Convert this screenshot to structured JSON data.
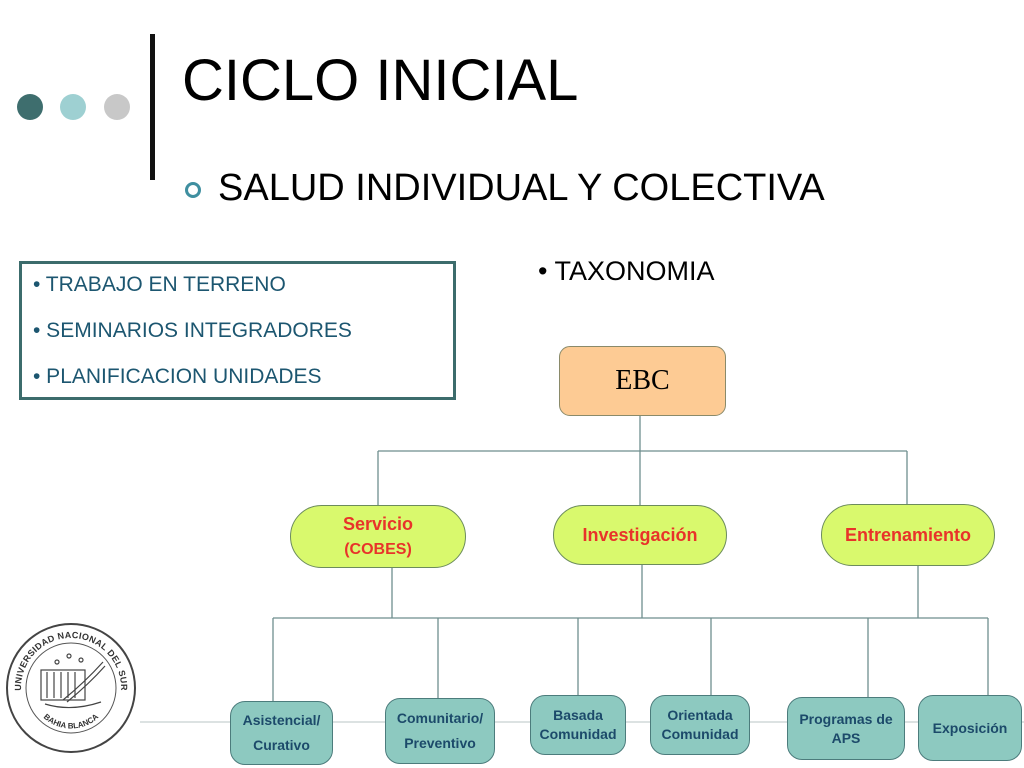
{
  "slide": {
    "title": "CICLO INICIAL",
    "subtitle": "SALUD INDIVIDUAL Y COLECTIVA",
    "taxonomy_label": "• TAXONOMIA"
  },
  "decor": {
    "dot_colors": [
      "#3e6e6e",
      "#9ed0d2",
      "#c8c8c8"
    ],
    "accent_color": "#3f8fa0"
  },
  "info_box": {
    "items": [
      "• TRABAJO EN TERRENO",
      "• SEMINARIOS INTEGRADORES",
      "• PLANIFICACION UNIDADES"
    ]
  },
  "diagram": {
    "root": "EBC",
    "level1": [
      {
        "line1": "Servicio",
        "line2": "(COBES)"
      },
      {
        "line1": "Investigación"
      },
      {
        "line1": "Entrenamiento"
      }
    ],
    "leaves": [
      {
        "line1": "Asistencial/",
        "line2": "Curativo"
      },
      {
        "line1": "Comunitario/",
        "line2": "Preventivo"
      },
      {
        "line1": "Basada",
        "line2": "Comunidad"
      },
      {
        "line1": "Orientada",
        "line2": "Comunidad"
      },
      {
        "line1": "Programas de",
        "line2": "APS"
      },
      {
        "line1": "Exposición"
      }
    ],
    "colors": {
      "root_fill": "#fdcb94",
      "level1_fill": "#d9f96d",
      "level1_text": "#e8332a",
      "leaf_fill": "#8dc9c0",
      "leaf_text": "#1c4a6a",
      "connector": "#6e8e8e"
    }
  },
  "logo": {
    "text_top": "UNIVERSIDAD NACIONAL DEL SUR",
    "text_bottom": "BAHIA BLANCA"
  }
}
